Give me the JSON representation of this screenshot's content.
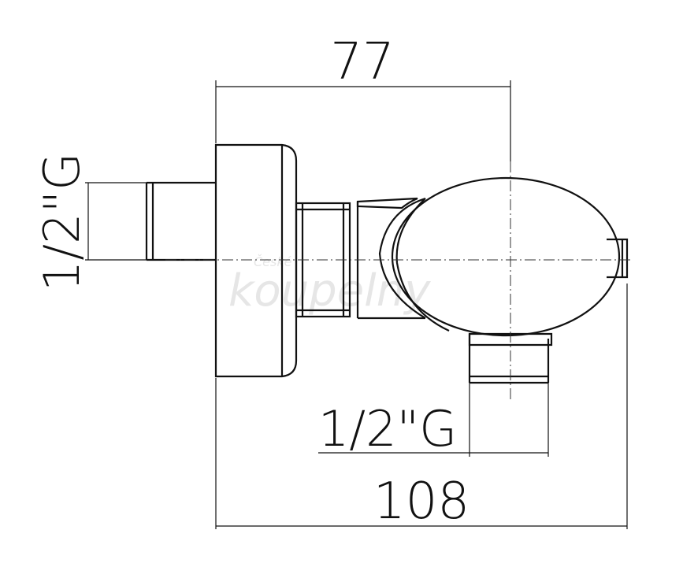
{
  "dimensions": {
    "top_width": "77",
    "bottom_width": "108",
    "inlet_thread": "1/2\"G",
    "outlet_thread": "1/2\"G"
  },
  "watermark": {
    "line1": "České",
    "line2": "koupelny"
  },
  "colors": {
    "line": "#111111",
    "watermark": "#e6e6e6",
    "background": "#ffffff"
  }
}
